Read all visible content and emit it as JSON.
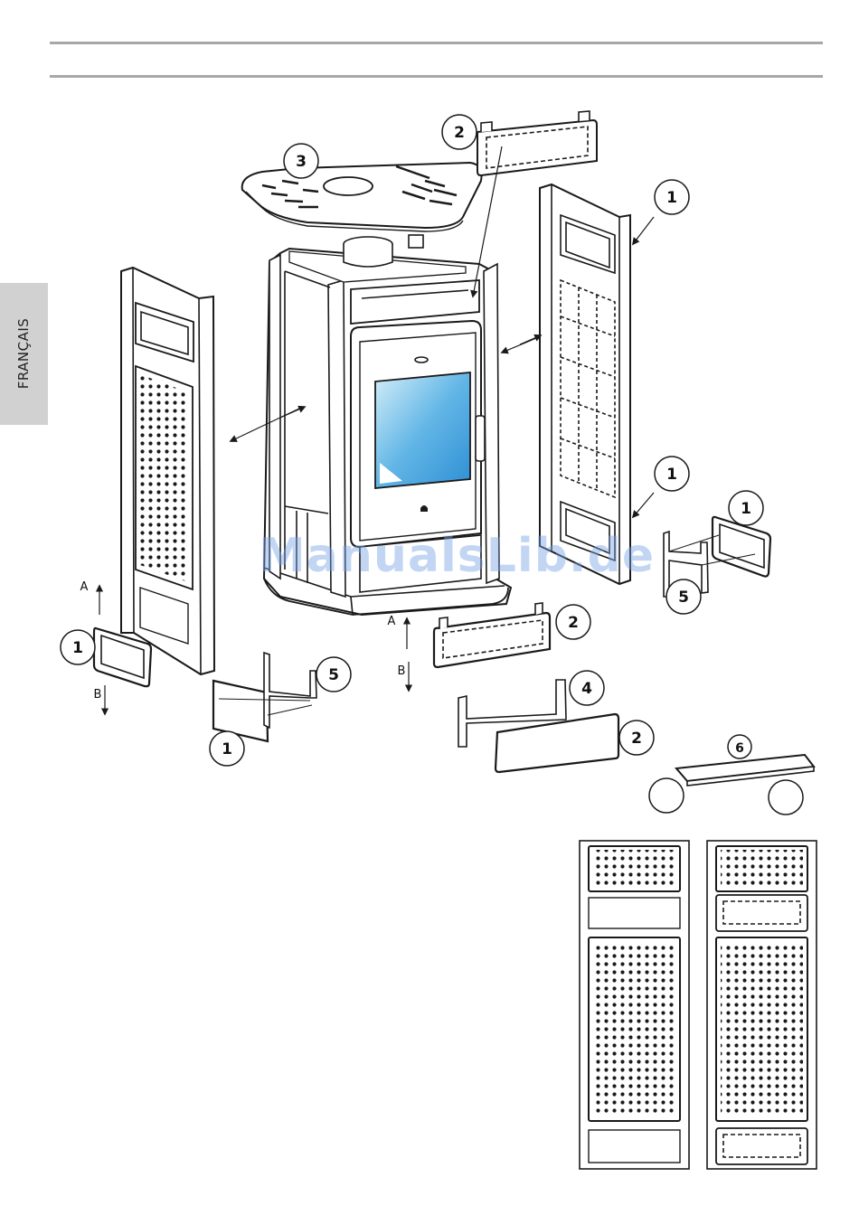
{
  "sidebar": {
    "language_tab": "FRANÇAIS"
  },
  "watermark": "ManualsLib.de",
  "callouts": {
    "c1": "1",
    "c2": "2",
    "c3": "3",
    "c4": "4",
    "c5": "5",
    "c6": "6"
  },
  "directions": {
    "up": "A",
    "down": "B"
  },
  "colors": {
    "rule": "#a7a7a7",
    "tab": "#d1d1d1",
    "glass": "#62b6e6",
    "line": "#1a1a1a"
  }
}
